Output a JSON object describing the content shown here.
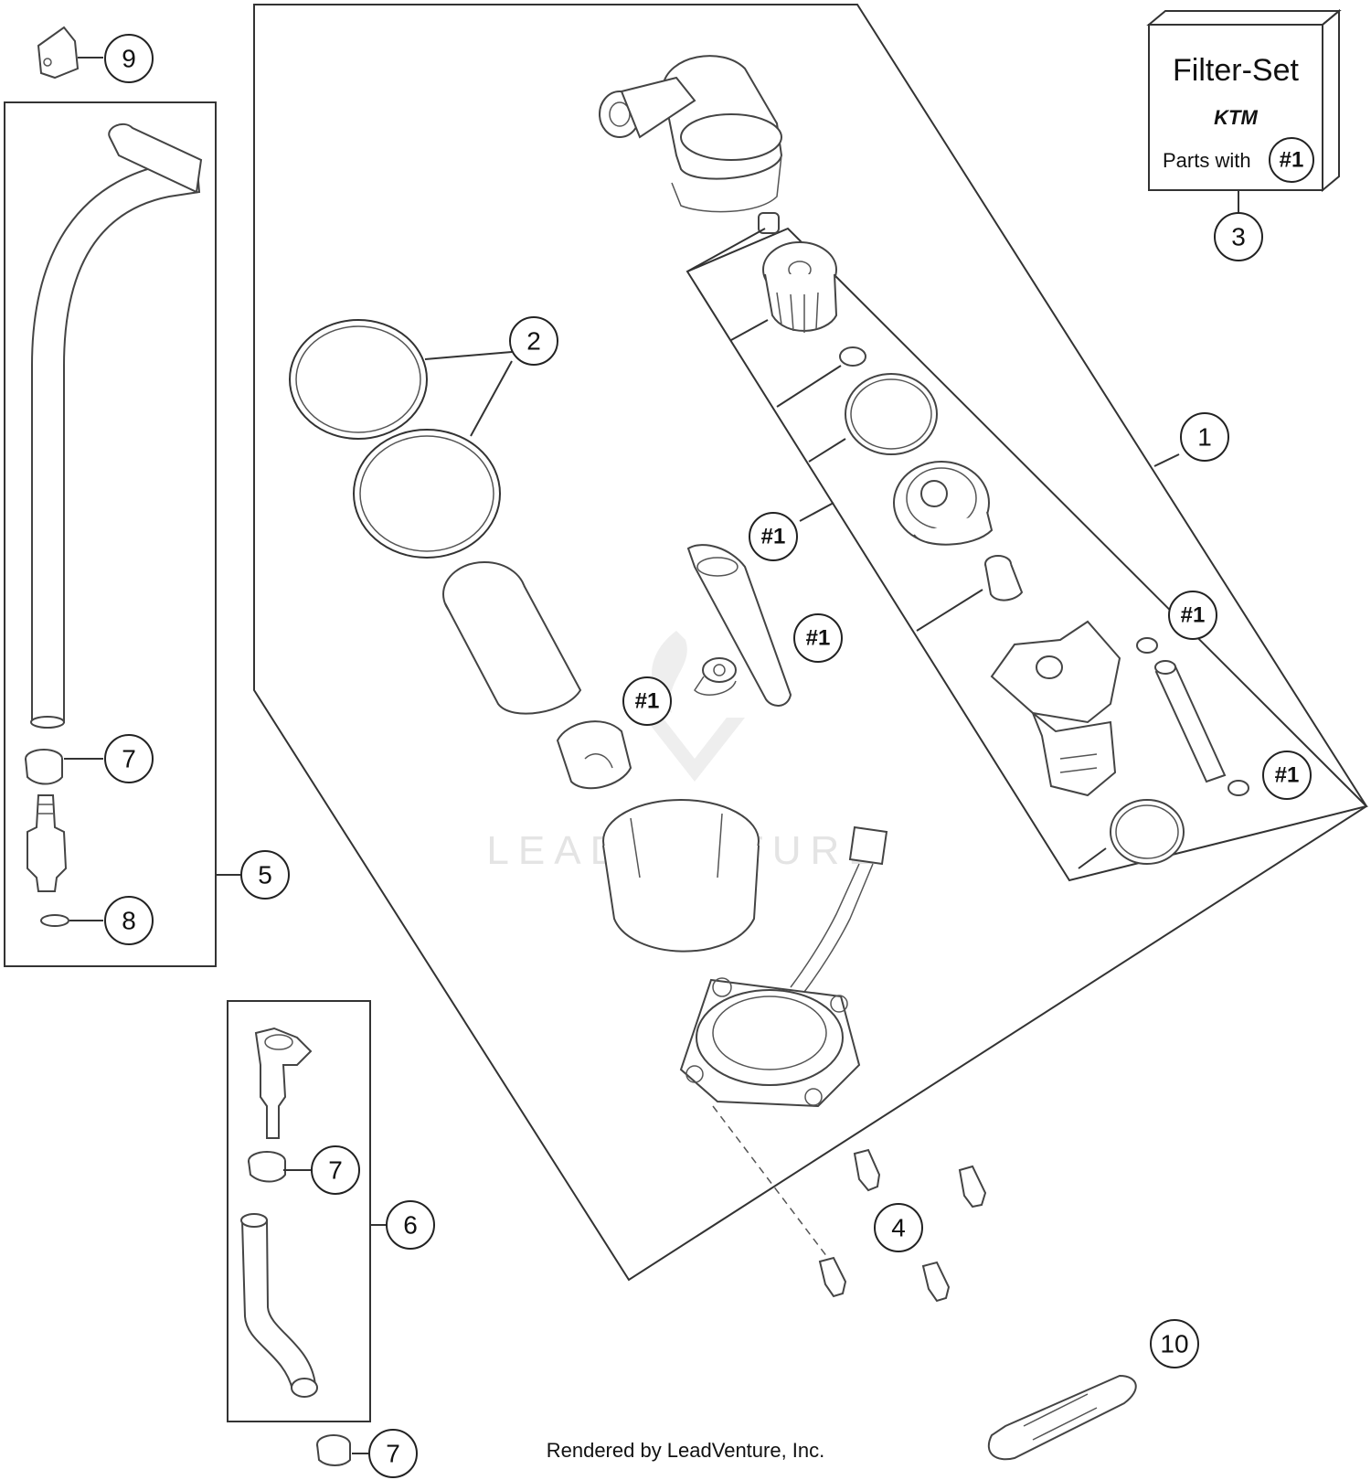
{
  "callouts": {
    "c1": "1",
    "c2": "2",
    "c3": "3",
    "c4": "4",
    "c5": "5",
    "c6": "6",
    "c7a": "7",
    "c7b": "7",
    "c7c": "7",
    "c8": "8",
    "c9": "9",
    "c10": "10",
    "ref1": "#1",
    "ref2": "#1",
    "ref3": "#1",
    "ref4": "#1",
    "ref5": "#1"
  },
  "filter_set": {
    "title": "Filter-Set",
    "brand": "KTM",
    "parts_with": "Parts with",
    "ref": "#1"
  },
  "watermark": "LEADVENTURE",
  "credit": "Rendered by LeadVenture, Inc.",
  "colors": {
    "line": "#333333",
    "watermark": "#e4e4e4"
  }
}
